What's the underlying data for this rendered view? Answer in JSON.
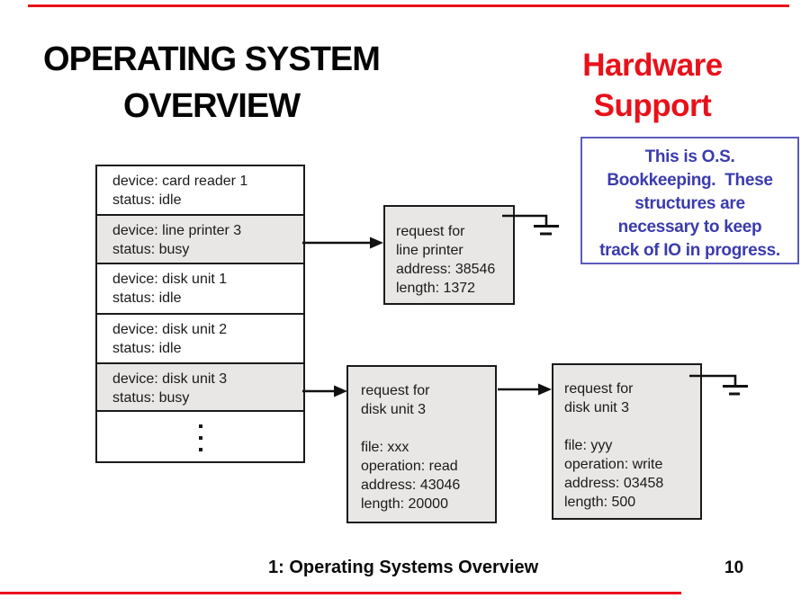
{
  "slide": {
    "title_line1": "OPERATING SYSTEM",
    "title_line2": "OVERVIEW",
    "subtitle_line1": "Hardware",
    "subtitle_line2": "Support",
    "footer": "1: Operating Systems Overview",
    "page_number": "10"
  },
  "note": {
    "lines": [
      "This is O.S.",
      "Bookkeeping.  These",
      "structures are",
      "necessary to keep",
      "track of IO in progress."
    ]
  },
  "device_table": {
    "rows": [
      {
        "device": "device: card reader 1",
        "status": "status: idle",
        "shaded": false
      },
      {
        "device": "device: line printer 3",
        "status": "status: busy",
        "shaded": true
      },
      {
        "device": "device: disk unit 1",
        "status": "status: idle",
        "shaded": false
      },
      {
        "device": "device: disk unit 2",
        "status": "status: idle",
        "shaded": false
      },
      {
        "device": "device: disk unit 3",
        "status": "status: busy",
        "shaded": true
      }
    ],
    "ellipsis": "more devices"
  },
  "request_boxes": [
    {
      "lines": [
        "request for",
        "line printer",
        "address: 38546",
        "length: 1372"
      ]
    },
    {
      "lines": [
        "request for",
        "disk unit 3",
        "",
        "file: xxx",
        "operation: read",
        "address: 43046",
        "length: 20000"
      ]
    },
    {
      "lines": [
        "request for",
        "disk unit 3",
        "",
        "file: yyy",
        "operation: write",
        "address: 03458",
        "length: 500"
      ]
    }
  ],
  "colors": {
    "accent_red": "#e8111a",
    "note_blue": "#3b3bae",
    "note_border_blue": "#5b5bbd",
    "box_gray": "#e8e7e5",
    "line_black": "#111111"
  }
}
